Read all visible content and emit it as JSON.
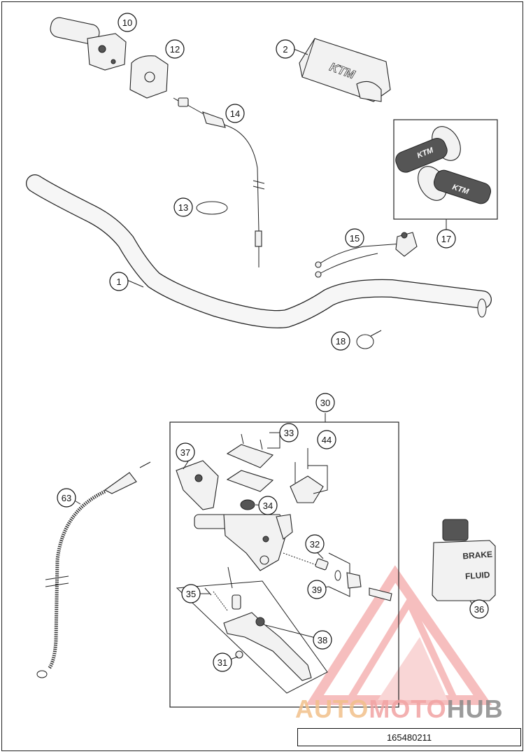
{
  "document_number": "165480211",
  "watermark": {
    "brand_left": "AUTO",
    "brand_mid": "MOTO",
    "brand_right": "HUB",
    "color_left": "#f2c08a",
    "color_mid": "#f2a3a3",
    "color_right": "#8a8a8a"
  },
  "product_labels": {
    "pad_logo": "KTM",
    "grip_logo": "KTM",
    "fluid_line1": "BRAKE",
    "fluid_line2": "FLUID"
  },
  "callouts": [
    {
      "id": "c1",
      "label": "1"
    },
    {
      "id": "c2",
      "label": "2"
    },
    {
      "id": "c10",
      "label": "10"
    },
    {
      "id": "c12",
      "label": "12"
    },
    {
      "id": "c13",
      "label": "13"
    },
    {
      "id": "c14",
      "label": "14"
    },
    {
      "id": "c15",
      "label": "15"
    },
    {
      "id": "c17",
      "label": "17"
    },
    {
      "id": "c18",
      "label": "18"
    },
    {
      "id": "c30",
      "label": "30"
    },
    {
      "id": "c31",
      "label": "31"
    },
    {
      "id": "c32",
      "label": "32"
    },
    {
      "id": "c33",
      "label": "33"
    },
    {
      "id": "c34",
      "label": "34"
    },
    {
      "id": "c35",
      "label": "35"
    },
    {
      "id": "c36",
      "label": "36"
    },
    {
      "id": "c37",
      "label": "37"
    },
    {
      "id": "c38",
      "label": "38"
    },
    {
      "id": "c39",
      "label": "39"
    },
    {
      "id": "c44",
      "label": "44"
    },
    {
      "id": "c63",
      "label": "63"
    }
  ]
}
